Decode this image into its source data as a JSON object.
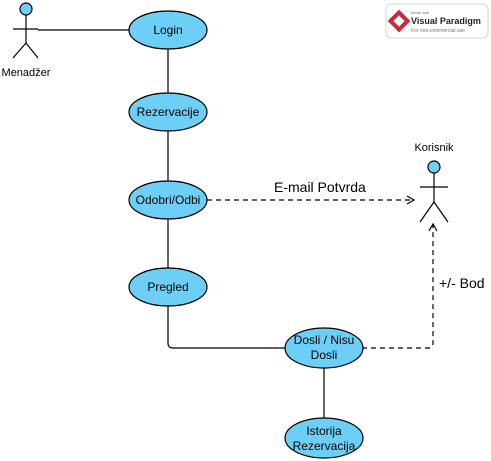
{
  "actors": {
    "manager": "Menadžer",
    "user": "Korisnik"
  },
  "use_cases": {
    "login": "Login",
    "reservations": "Rezervacije",
    "approve_line1": "Odobri/Odbi",
    "overview": "Pregled",
    "came_line1": "Dosli / Nisu",
    "came_line2": "Dosli",
    "history_line1": "Istorija",
    "history_line2": "Rezervacija"
  },
  "edge_labels": {
    "email": "E-mail Potvrda",
    "points": "+/- Bod"
  },
  "watermark": {
    "made_with": "Made with",
    "brand": "Visual Paradigm",
    "note": "For non-commercial use"
  },
  "colors": {
    "use_case_fill": "#6ECFF6",
    "actor_fill": "#6ECFF6",
    "stroke": "#000000",
    "brand_red": "#D0253A"
  }
}
